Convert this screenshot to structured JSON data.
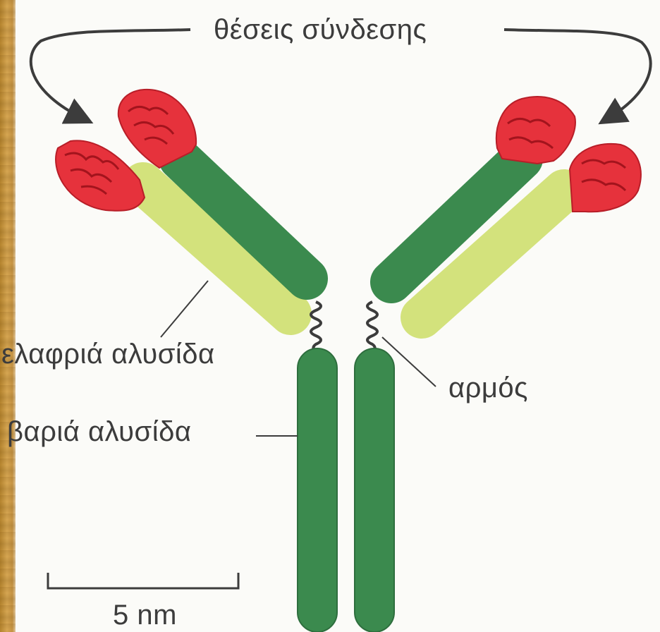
{
  "diagram": {
    "labels": {
      "binding_sites": "θέσεις σύνδεσης",
      "light_chain": "ελαφριά αλυσίδα",
      "heavy_chain": "βαριά αλυσίδα",
      "hinge": "αρμός",
      "scale": "5 nm"
    },
    "colors": {
      "heavy_chain": "#3b8a4e",
      "light_chain": "#d3e27c",
      "variable_region": "#e6323c",
      "line": "#3c3c3c"
    }
  }
}
